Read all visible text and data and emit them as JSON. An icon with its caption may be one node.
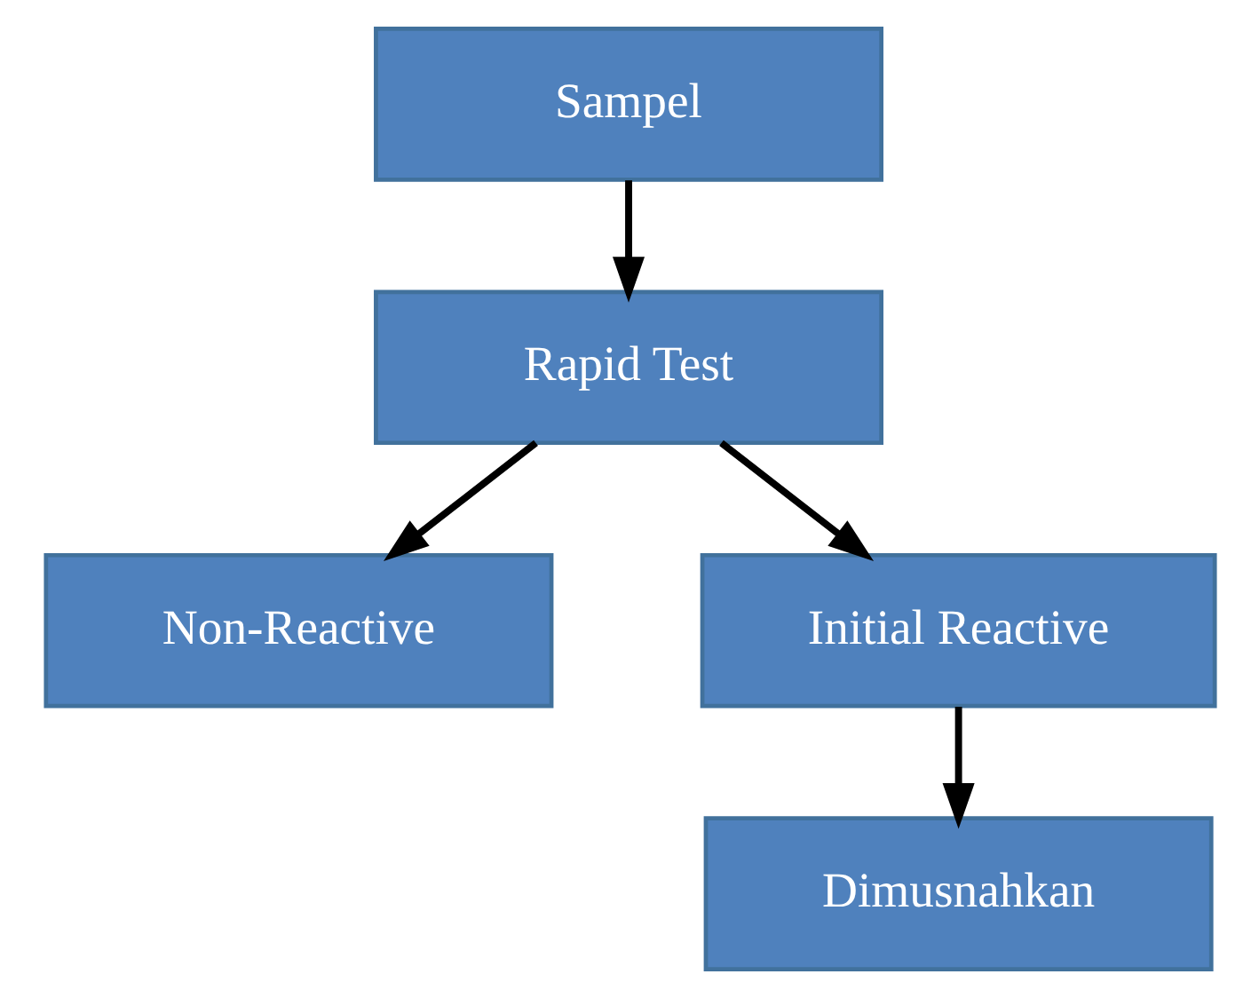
{
  "diagram": {
    "nodes": [
      {
        "text": [
          "Sampel"
        ]
      },
      {
        "text": [
          "Rapid Test"
        ]
      },
      {
        "text": [
          "Non-Reactive"
        ]
      },
      {
        "text": [
          "Initial Reactive"
        ]
      },
      {
        "text": [
          "Dimusnahkan"
        ]
      }
    ],
    "edges": [
      {
        "from": 0,
        "to": 1,
        "arrow": "to"
      },
      {
        "from": 1,
        "to": 2,
        "arrow": "to"
      },
      {
        "from": 1,
        "to": 3,
        "arrow": "to"
      },
      {
        "from": 3,
        "to": 4,
        "arrow": "to"
      }
    ]
  }
}
